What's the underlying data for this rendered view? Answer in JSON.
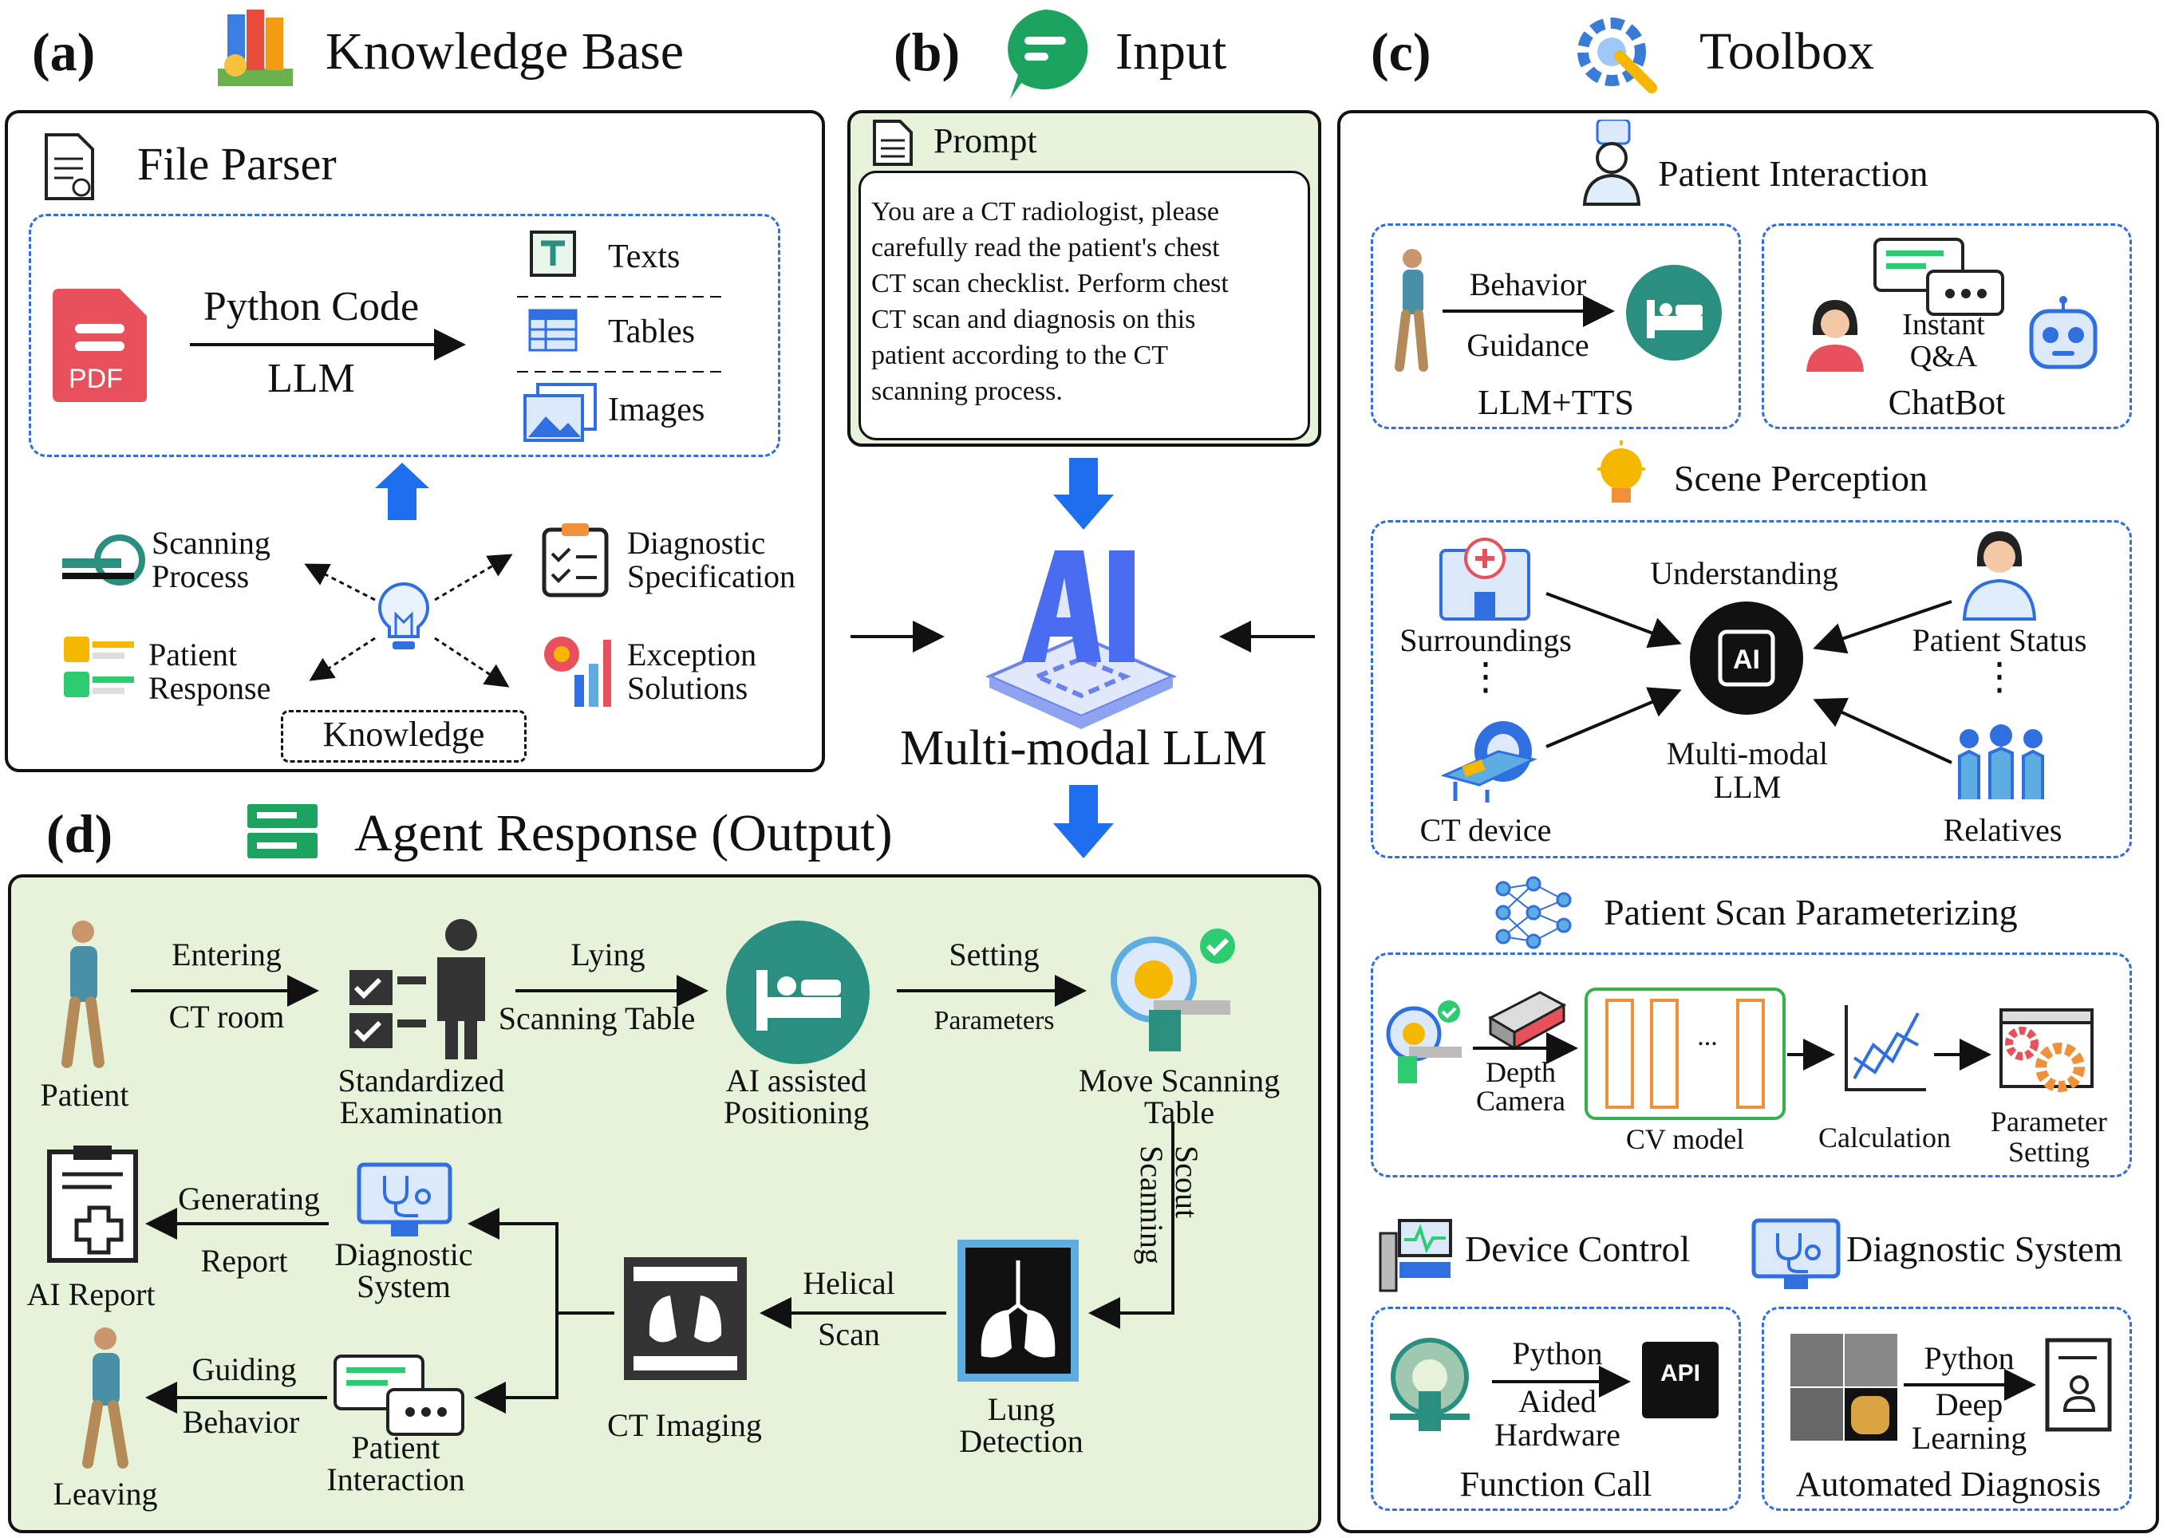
{
  "panels": {
    "a": {
      "letter": "(a)",
      "title": "Knowledge Base"
    },
    "b": {
      "letter": "(b)",
      "title": "Input"
    },
    "c": {
      "letter": "(c)",
      "title": "Toolbox"
    },
    "d": {
      "letter": "(d)",
      "title": "Agent Response (Output)"
    }
  },
  "file_parser": {
    "title": "File Parser",
    "pdf_label": "PDF",
    "arrow_top": "Python Code",
    "arrow_bottom": "LLM",
    "outputs": [
      "Texts",
      "Tables",
      "Images"
    ]
  },
  "knowledge": {
    "center": "Knowledge",
    "items": [
      {
        "l1": "Scanning",
        "l2": "Process"
      },
      {
        "l1": "Diagnostic",
        "l2": "Specification"
      },
      {
        "l1": "Patient",
        "l2": "Response"
      },
      {
        "l1": "Exception",
        "l2": "Solutions"
      }
    ]
  },
  "prompt": {
    "title": "Prompt",
    "lines": [
      "You are a CT radiologist, please",
      "carefully read the patient's chest",
      "CT scan checklist. Perform chest",
      "CT scan and diagnosis on this",
      "patient according to the CT",
      "scanning process."
    ]
  },
  "center": {
    "ai": "AI",
    "label": "Multi-modal LLM"
  },
  "toolbox": {
    "patient_interaction": {
      "title": "Patient Interaction",
      "behavior": "Behavior",
      "guidance": "Guidance",
      "llm_tts": "LLM+TTS",
      "instant": "Instant",
      "qa": "Q&A",
      "chatbot": "ChatBot"
    },
    "scene_perception": {
      "title": "Scene Perception",
      "understanding": "Understanding",
      "surroundings": "Surroundings",
      "ct_device": "CT device",
      "patient_status": "Patient Status",
      "relatives": "Relatives",
      "center_l1": "Multi-modal",
      "center_l2": "LLM",
      "ai": "AI",
      "ellipsis": "⋮"
    },
    "scan_param": {
      "title": "Patient Scan Parameterizing",
      "depth_l1": "Depth",
      "depth_l2": "Camera",
      "cv_model": "CV model",
      "cv_dots": "...",
      "calculation": "Calculation",
      "param_l1": "Parameter",
      "param_l2": "Setting"
    },
    "device_control": {
      "title": "Device Control",
      "python": "Python",
      "aided": "Aided",
      "hardware": "Hardware",
      "api": "API",
      "function_call": "Function Call"
    },
    "diagnostic_system": {
      "title": "Diagnostic System",
      "python": "Python",
      "deep": "Deep",
      "learning": "Learning",
      "automated": "Automated Diagnosis"
    }
  },
  "output": {
    "patient": "Patient",
    "entering": "Entering",
    "ct_room": "CT room",
    "std_l1": "Standardized",
    "std_l2": "Examination",
    "lying": "Lying",
    "scan_table": "Scanning Table",
    "ai_pos_l1": "AI assisted",
    "ai_pos_l2": "Positioning",
    "setting": "Setting",
    "parameters": "Parameters",
    "move_l1": "Move Scanning",
    "move_l2": "Table",
    "scout_l1": "Scout",
    "scout_l2": "Scanning",
    "lung_l1": "Lung",
    "lung_l2": "Detection",
    "helical": "Helical",
    "scan": "Scan",
    "ct_imaging": "CT Imaging",
    "diag_l1": "Diagnostic",
    "diag_l2": "System",
    "generating": "Generating",
    "report": "Report",
    "ai_report": "AI Report",
    "pi_l1": "Patient",
    "pi_l2": "Interaction",
    "guiding": "Guiding",
    "behavior": "Behavior",
    "leaving": "Leaving"
  },
  "colors": {
    "accent_blue": "#1e6ff0",
    "teal": "#2a8f7f",
    "green_bg": "#e6f2d9",
    "dash_blue": "#2f6fe0",
    "orange": "#f0913a",
    "red": "#e8505b"
  }
}
